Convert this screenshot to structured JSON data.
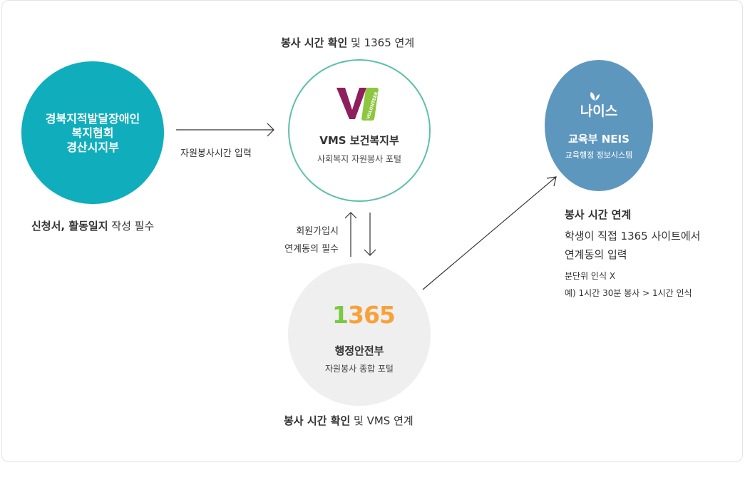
{
  "left_org": {
    "title": "경북지적발달장애인\n복지협회\n경산시지부",
    "note_bold": "신청서, 활동일지",
    "note_rest": " 작성 필수"
  },
  "arrow_left_label": "자원봉사시간 입력",
  "vms": {
    "top_bold": "봉사 시간 확인",
    "top_rest": " 및 1365 연계",
    "logo_letter": "V",
    "logo_ribbon": "VOLUNTEER",
    "title": "VMS 보건복지부",
    "subtitle": "사회복지 자원봉사 포털"
  },
  "signup_note": {
    "line1": "회원가입시",
    "line2": "연계동의 필수"
  },
  "portal_1365": {
    "logo_1": "1",
    "logo_3": "3",
    "logo_6": "6",
    "logo_5": "5",
    "title": "행정안전부",
    "subtitle": "자원봉사 종합 포털",
    "bottom_bold": "봉사 시간 확인",
    "bottom_rest": " 및 VMS 연계"
  },
  "neis": {
    "logo": "나이스",
    "title": "교육부 NEIS",
    "subtitle": "교육행정 정보시스템",
    "heading": "봉사 시간 연계",
    "desc_line1": "학생이 직접 1365 사이트에서",
    "desc_line2": "연계동의 입력",
    "small_line1": "분단위 인식 X",
    "small_line2": "예) 1시간 30분 봉사 > 1시간 인식"
  },
  "colors": {
    "teal": "#10aebc",
    "vms_border": "#5cc0a6",
    "vms_logo": "#8e1f5c",
    "vms_ribbon": "#8dc63f",
    "neis_blue": "#5e97be",
    "gray_circle": "#efefef",
    "logo_green": "#7ac943",
    "logo_orange": "#f7a13b"
  }
}
